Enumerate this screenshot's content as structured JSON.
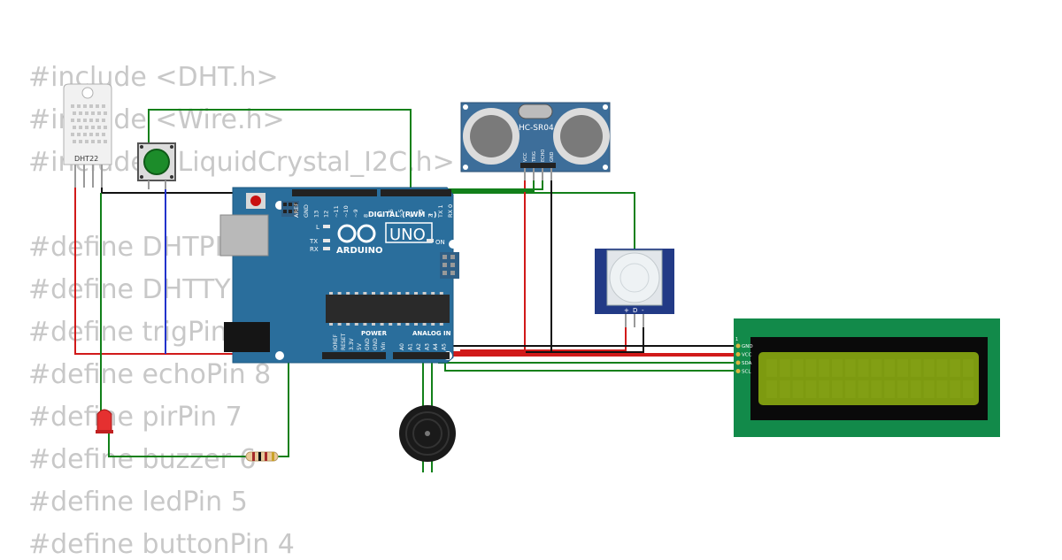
{
  "code": {
    "lines": [
      "#include <DHT.h>",
      "#include <Wire.h>",
      "#include <LiquidCrystal_I2C.h>",
      "",
      "#define DHTPIN 2",
      "#define DHTTYPE DHT22",
      "#define trigPin 9",
      "#define echoPin 8",
      "#define pirPin 7",
      "#define buzzer 6",
      "#define ledPin 5",
      "#define buttonPin 4"
    ]
  },
  "components": {
    "dht": {
      "label": "DHT22"
    },
    "ultrasonic": {
      "label": "HC-SR04",
      "pins": [
        "VCC",
        "TRIG",
        "ECHO",
        "GND"
      ]
    },
    "pir": {
      "pins": [
        "+",
        "D",
        "-"
      ]
    },
    "lcd": {
      "pins": [
        "GND",
        "VCC",
        "SDA",
        "SCL"
      ],
      "pin_number": "1"
    },
    "arduino": {
      "brand": "ARDUINO",
      "model": "UNO",
      "digital_label": "DIGITAL (PWM ~)",
      "power_label": "POWER",
      "analog_label": "ANALOG IN",
      "on_label": "ON",
      "l_label": "L",
      "tx_label": "TX",
      "rx_label": "RX",
      "digital_pins": [
        "AREF",
        "GND",
        "13",
        "12",
        "~11",
        "~10",
        "~9",
        "8",
        "7",
        "~6",
        "~5",
        "4",
        "~3",
        "2",
        "TX 1",
        "RX 0"
      ],
      "power_pins": [
        "IOREF",
        "RESET",
        "3.3V",
        "5V",
        "GND",
        "GND",
        "Vin"
      ],
      "analog_pins": [
        "A0",
        "A1",
        "A2",
        "A3",
        "A4",
        "A5"
      ]
    }
  },
  "colors": {
    "wire_green": "#12801a",
    "wire_red": "#d11a1a",
    "wire_black": "#111111",
    "wire_blue": "#2233cc",
    "board_blue": "#2a6e9c",
    "lcd_green": "#128a4a",
    "lcd_screen": "#7d9a10",
    "sensor_blue": "#3d6e9a"
  }
}
